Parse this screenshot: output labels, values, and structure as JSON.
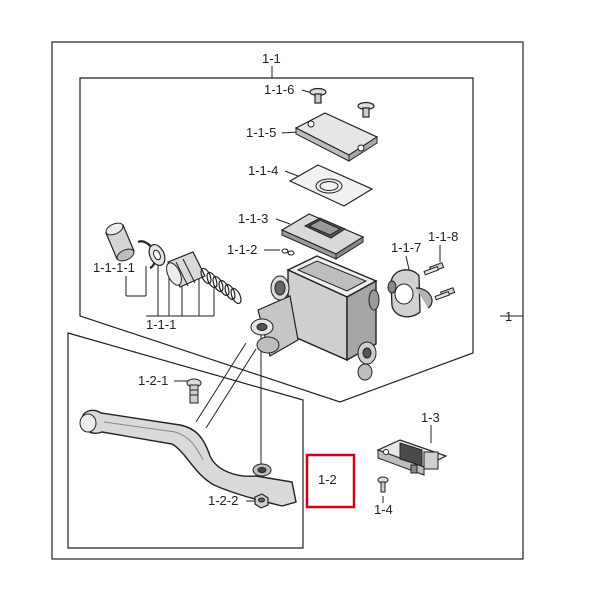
{
  "colors": {
    "ink": "#222222",
    "part_fill": "#e6e6e6",
    "part_dark": "#9a9a9a",
    "highlight": "#d0021b",
    "background": "#ffffff"
  },
  "labels": {
    "assembly": "1",
    "master_cylinder": "1-1",
    "screw": "1-1-6",
    "cap": "1-1-5",
    "diaphragm_plate": "1-1-4",
    "diaphragm": "1-1-3",
    "small_part": "1-1-2",
    "boot": "1-1-1-1",
    "piston_kit": "1-1-1",
    "clamp": "1-1-7",
    "clamp_bolt": "1-1-8",
    "lever_assembly": "1-2",
    "pivot_bolt": "1-2-1",
    "nut": "1-2-2",
    "brake_switch": "1-3",
    "switch_screw": "1-4"
  },
  "icons": {
    "screw": "screw-icon",
    "cap": "reservoir-cap-icon",
    "plate": "diaphragm-plate-icon",
    "diaphragm": "diaphragm-icon",
    "boot": "dust-boot-icon",
    "spring": "spring-icon",
    "body": "master-cylinder-body-icon",
    "clamp": "handlebar-clamp-icon",
    "bolt": "bolt-icon",
    "lever": "brake-lever-icon",
    "nut": "nut-icon",
    "switch": "brake-light-switch-icon"
  }
}
